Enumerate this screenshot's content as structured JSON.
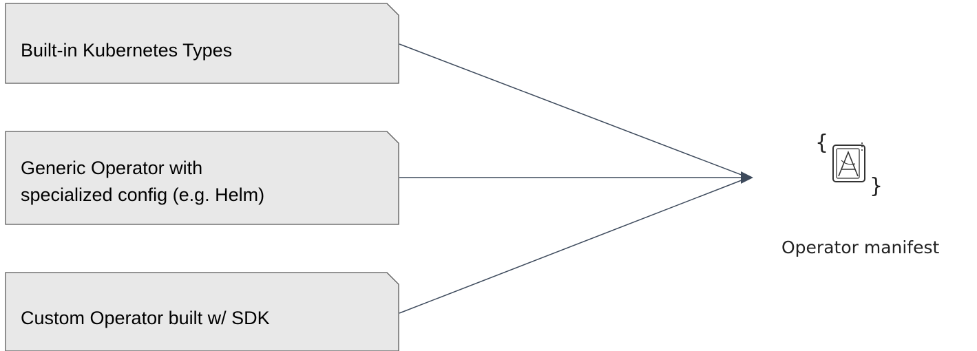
{
  "diagram": {
    "sources": [
      {
        "label": "Built-in Kubernetes Types"
      },
      {
        "label_line1": "Generic Operator with",
        "label_line2": "specialized config (e.g. Helm)"
      },
      {
        "label": "Custom Operator built w/ SDK"
      }
    ],
    "target": {
      "label": "Operator manifest",
      "brace_open": "{",
      "brace_close": "}",
      "icon": "document-a-icon"
    },
    "colors": {
      "box_fill": "#e8e8e8",
      "box_stroke": "#595959",
      "connector": "#3d4a5c"
    }
  }
}
